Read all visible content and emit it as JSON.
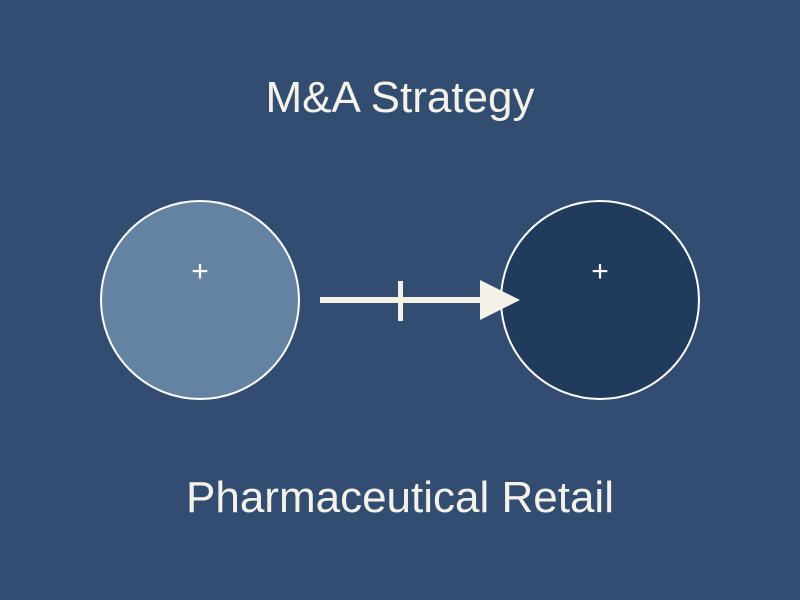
{
  "diagram": {
    "title": "M&A Strategy",
    "subtitle": "Pharmaceutical Retail",
    "colors": {
      "background": "#334d70",
      "left_circle": "#6482a1",
      "right_circle": "#213b5d",
      "outline": "#ffffff",
      "arrow": "#f5f1e6",
      "text": "#f5f2ea"
    },
    "nodes": [
      {
        "id": "acquirer",
        "symbol": "+"
      },
      {
        "id": "target",
        "symbol": "+"
      }
    ]
  }
}
